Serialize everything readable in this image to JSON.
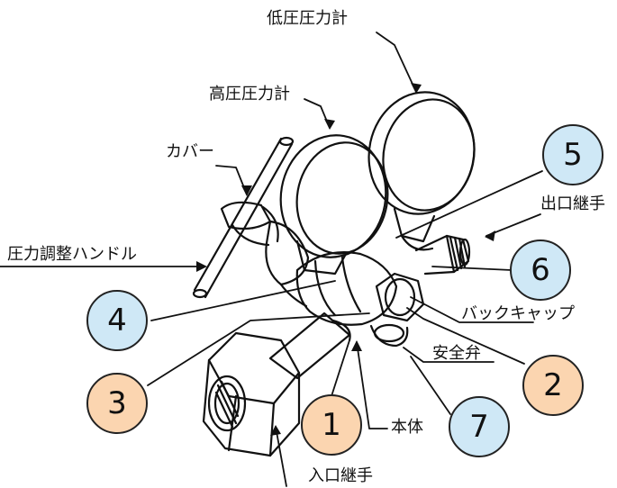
{
  "labels": {
    "low_gauge": "低圧圧力計",
    "high_gauge": "高圧圧力計",
    "cover": "カバー",
    "outlet": "出口継手",
    "handle": "圧力調整ハンドル",
    "back_cap": "バックキャップ",
    "safety_valve": "安全弁",
    "body": "本体",
    "inlet": "入口継手"
  },
  "badges": {
    "b1": "1",
    "b2": "2",
    "b3": "3",
    "b4": "4",
    "b5": "5",
    "b6": "6",
    "b7": "7"
  },
  "colors": {
    "badge_blue": "#cfe8f6",
    "badge_orange": "#fbd5b0",
    "line": "#111111"
  }
}
